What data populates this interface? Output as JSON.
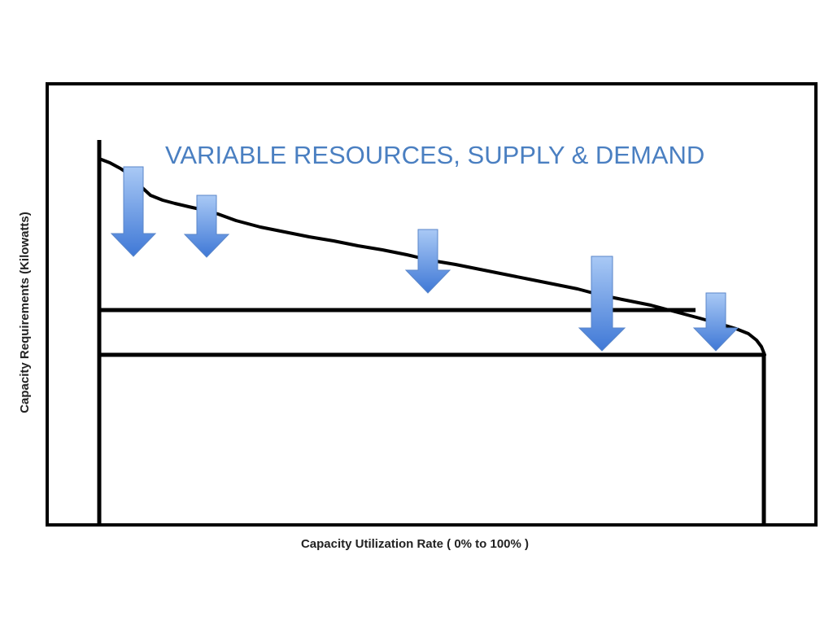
{
  "title": "VARIABLE RESOURCES, SUPPLY & DEMAND",
  "y_axis_label": "Capacity Requirements (Kilowatts)",
  "x_axis_label": "Capacity Utilization Rate ( 0% to 100% )",
  "colors": {
    "title": "#4a7fc1",
    "frame": "#000000",
    "curve": "#000000",
    "arrow_light": "#a9c9f5",
    "arrow_dark": "#3f78d6",
    "arrow_border": "#5a86c9"
  },
  "arrow_count": 5,
  "arrow_icon": "down-arrow-icon"
}
